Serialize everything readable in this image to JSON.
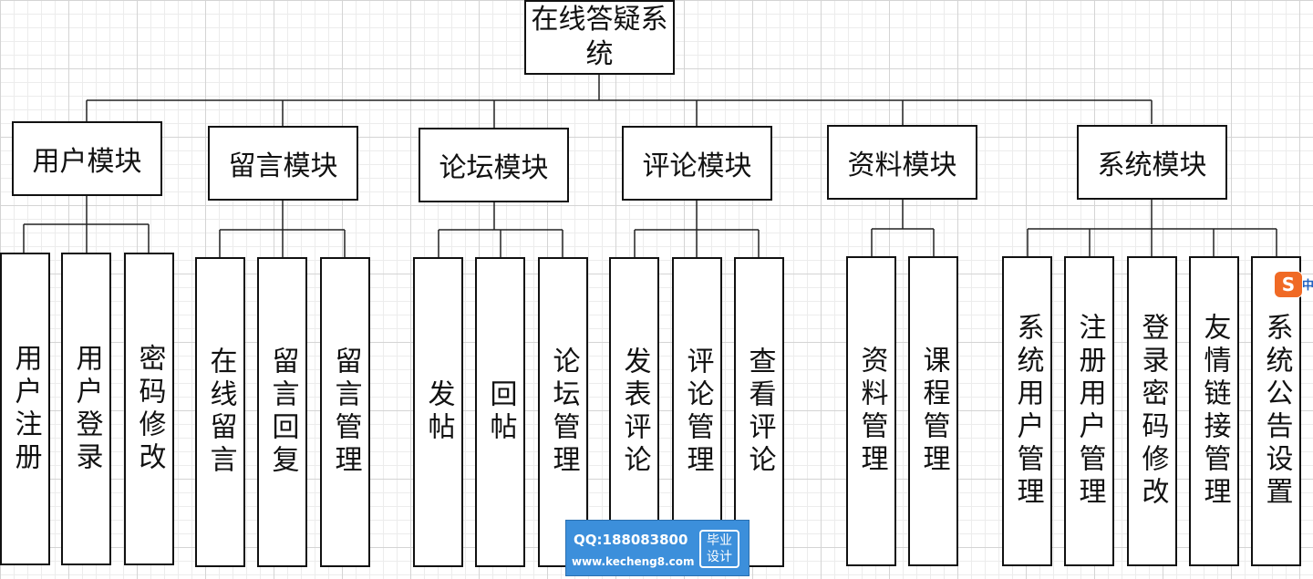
{
  "diagram": {
    "root": "在线答疑系统",
    "modules": [
      {
        "label": "用户模块",
        "children": [
          "用户注册",
          "用户登录",
          "密码修改"
        ]
      },
      {
        "label": "留言模块",
        "children": [
          "在线留言",
          "留言回复",
          "留言管理"
        ]
      },
      {
        "label": "论坛模块",
        "children": [
          "发帖",
          "回帖",
          "论坛管理"
        ]
      },
      {
        "label": "评论模块",
        "children": [
          "发表评论",
          "评论管理",
          "查看评论"
        ]
      },
      {
        "label": "资料模块",
        "children": [
          "资料管理",
          "课程管理"
        ]
      },
      {
        "label": "系统模块",
        "children": [
          "系统用户管理",
          "注册用户管理",
          "登录密码修改",
          "友情链接管理",
          "系统公告设置"
        ]
      }
    ]
  },
  "overlay": {
    "ime_icon": "sogou-ime-icon",
    "ime_glyph": "S",
    "ime_tail": "中",
    "watermark_qq": "QQ:188083800",
    "watermark_url": "www.kecheng8.com",
    "watermark_badge_line1": "毕业",
    "watermark_badge_line2": "设计",
    "watermark_color": "#3c8fdb"
  }
}
